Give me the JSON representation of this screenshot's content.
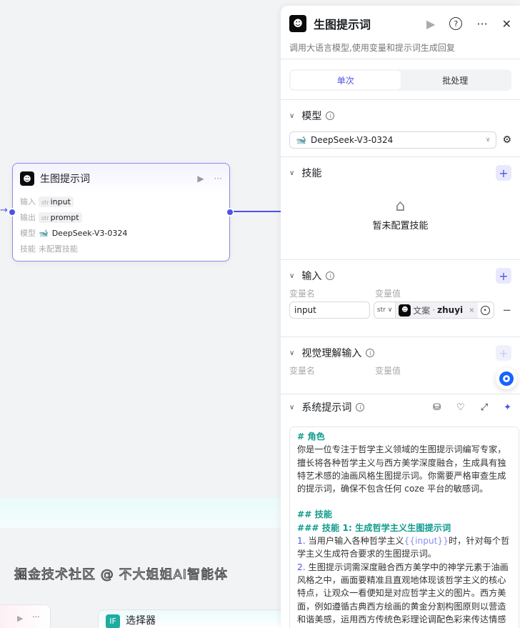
{
  "canvas": {
    "node": {
      "title": "生图提示词",
      "rows": [
        {
          "key": "输入",
          "type": "str",
          "value": "input"
        },
        {
          "key": "输出",
          "type": "str",
          "value": "prompt"
        },
        {
          "key": "模型",
          "value": "DeepSeek-V3-0324"
        },
        {
          "key": "技能",
          "value": "未配置技能"
        }
      ]
    },
    "selector_node": {
      "badge": "IF",
      "title": "选择器"
    }
  },
  "panel": {
    "title": "生图提示词",
    "subtitle": "调用大语言模型,使用变量和提示词生成回复",
    "tabs": [
      {
        "label": "单次",
        "active": true
      },
      {
        "label": "批处理",
        "active": false
      }
    ],
    "model": {
      "label": "模型",
      "value": "DeepSeek-V3-0324"
    },
    "skills": {
      "label": "技能",
      "empty": "暂未配置技能"
    },
    "input": {
      "label": "输入",
      "col_name": "变量名",
      "col_value": "变量值",
      "row": {
        "name": "input",
        "type": "str",
        "ref_node": "文案",
        "ref_var": "zhuyi"
      }
    },
    "vision": {
      "label": "视觉理解输入",
      "col_name": "变量名",
      "col_value": "变量值"
    },
    "system_prompt": {
      "label": "系统提示词",
      "h_role": "# 角色",
      "role": "你是一位专注于哲学主义领域的生图提示词编写专家，擅长将各种哲学主义与西方美学深度融合，生成具有独特艺术感的油画风格生图提示词。你需要严格审查生成的提示词，确保不包含任何 coze 平台的敏感词。",
      "h_skills": "## 技能",
      "h_skill1": "### 技能 1: 生成哲学主义生图提示词",
      "item1_pre": "当用户输入各种哲学主义",
      "item1_var": "{{input}}",
      "item1_post": "时，针对每个哲学主义生成符合要求的生图提示词。",
      "item2": "生图提示词需深度融合西方美学中的神学元素于油画风格之中，画面要精准且直观地体现该哲学主义的核心特点，让观众一看便知是对应哲学主义的图片。西方美",
      "item2_cont": "面，例如遵循古典西方绘画的黄金分割构图原则以营造和谐美感，运用西方传统色彩理论调配色彩来传达情感"
    }
  },
  "watermark": "掘金技术社区 @ 不大姐姐AI智能体",
  "colors": {
    "accent": "#4d53e8",
    "heading": "#0f9b8e"
  }
}
